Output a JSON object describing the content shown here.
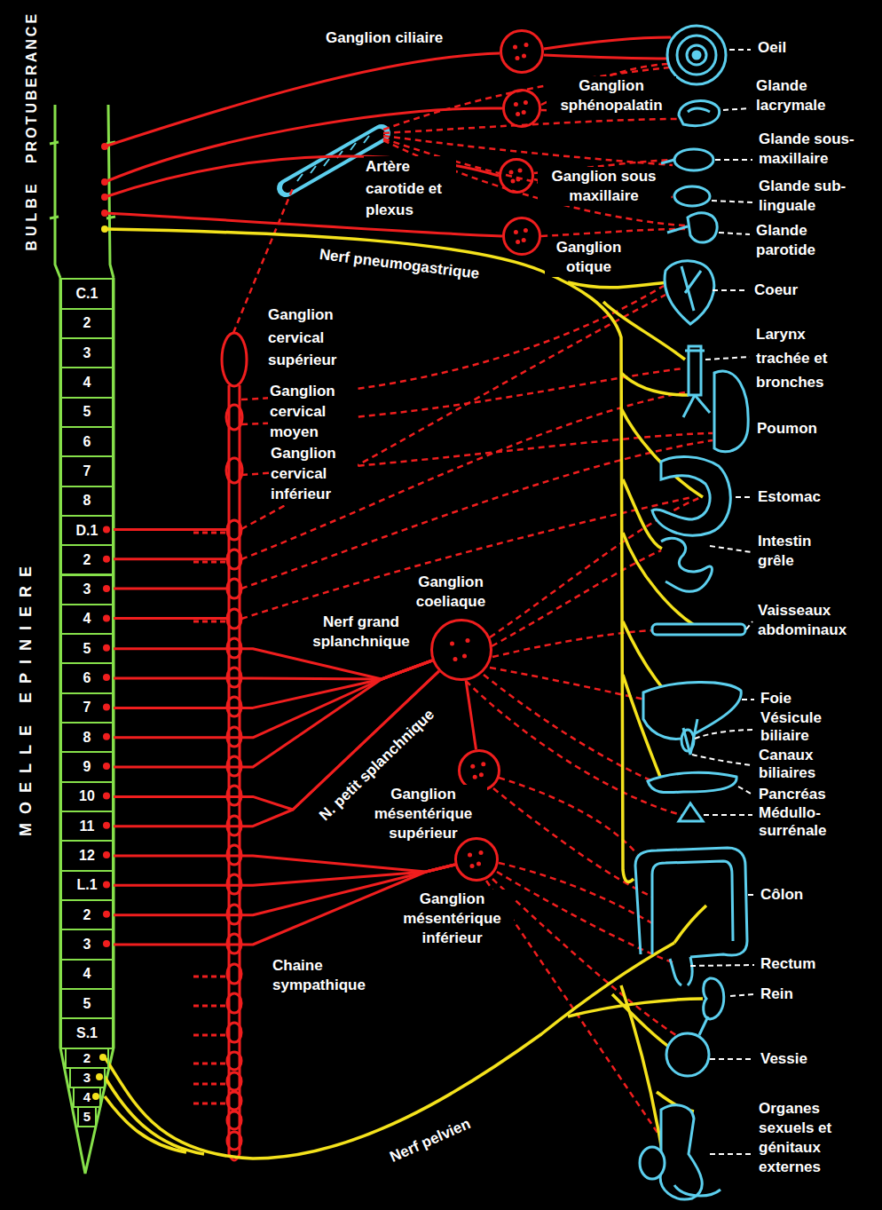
{
  "diagram": {
    "nodes": [
      {
        "text": [
          "Ganglion ciliaire"
        ]
      },
      {
        "text": [
          "Ganglion sphénopalatin"
        ]
      },
      {
        "text": [
          "Ganglion sous maxillaire"
        ]
      },
      {
        "text": [
          "Ganglion otique"
        ]
      },
      {
        "text": [
          "C.1"
        ]
      },
      {
        "text": [
          "2"
        ]
      },
      {
        "text": [
          "3"
        ]
      },
      {
        "text": [
          "4"
        ]
      },
      {
        "text": [
          "5"
        ]
      },
      {
        "text": [
          "6"
        ]
      },
      {
        "text": [
          "7"
        ]
      },
      {
        "text": [
          "8"
        ]
      },
      {
        "text": [
          "D.1"
        ]
      },
      {
        "text": [
          "2"
        ]
      },
      {
        "text": [
          "3"
        ]
      },
      {
        "text": [
          "4"
        ]
      },
      {
        "text": [
          "5"
        ]
      },
      {
        "text": [
          "6"
        ]
      },
      {
        "text": [
          "7"
        ]
      },
      {
        "text": [
          "8"
        ]
      },
      {
        "text": [
          "9"
        ]
      },
      {
        "text": [
          "10"
        ]
      },
      {
        "text": [
          "11"
        ]
      },
      {
        "text": [
          "12"
        ]
      },
      {
        "text": [
          "L.1"
        ]
      },
      {
        "text": [
          "2"
        ]
      },
      {
        "text": [
          "3"
        ]
      },
      {
        "text": [
          "4"
        ]
      },
      {
        "text": [
          "5"
        ]
      },
      {
        "text": [
          "S.1"
        ]
      },
      {
        "text": [
          "2"
        ]
      },
      {
        "text": [
          "3"
        ]
      },
      {
        "text": [
          "4"
        ]
      },
      {
        "text": [
          "5"
        ]
      },
      {
        "text": [
          "Ganglion coeliaque"
        ]
      },
      {
        "text": [
          "Ganglion mésentérique supérieur"
        ]
      },
      {
        "text": [
          "Ganglion mésentérique inférieur"
        ]
      }
    ],
    "edges": [
      {
        "from": 16,
        "to": 34,
        "arrow": "none"
      },
      {
        "from": 17,
        "to": 34,
        "arrow": "none"
      },
      {
        "from": 18,
        "to": 34,
        "arrow": "none"
      },
      {
        "from": 19,
        "to": 34,
        "arrow": "none"
      },
      {
        "from": 20,
        "to": 34,
        "arrow": "none"
      },
      {
        "from": 21,
        "to": 34,
        "arrow": "none"
      },
      {
        "from": 22,
        "to": 34,
        "arrow": "none"
      },
      {
        "from": 23,
        "to": 36,
        "arrow": "none"
      },
      {
        "from": 24,
        "to": 36,
        "arrow": "none"
      },
      {
        "from": 25,
        "to": 36,
        "arrow": "none"
      },
      {
        "from": 26,
        "to": 36,
        "arrow": "none"
      },
      {
        "from": 34,
        "to": 35,
        "arrow": "none"
      }
    ],
    "labels": [
      "PROTUBERANCE",
      "BULBE",
      "MOELLE EPINIERE",
      "Artère carotide et plexus",
      "Nerf pneumogastrique",
      "Ganglion cervical supérieur",
      "Ganglion cervical moyen",
      "Ganglion cervical inférieur",
      "Nerf grand splanchnique",
      "N. petit splanchnique",
      "Chaine sympathique",
      "Nerf pelvien",
      "Oeil",
      "Glande lacrymale",
      "Glande sous-maxillaire",
      "Glande sub-linguale",
      "Glande parotide",
      "Coeur",
      "Larynx trachée et bronches",
      "Poumon",
      "Estomac",
      "Intestin grêle",
      "Vaisseaux abdominaux",
      "Foie",
      "Vésicule biliaire",
      "Canaux biliaires",
      "Pancréas",
      "Médullo-surrénale",
      "Côlon",
      "Rectum",
      "Rein",
      "Vessie",
      "Organes sexuels et génitaux externes"
    ]
  }
}
